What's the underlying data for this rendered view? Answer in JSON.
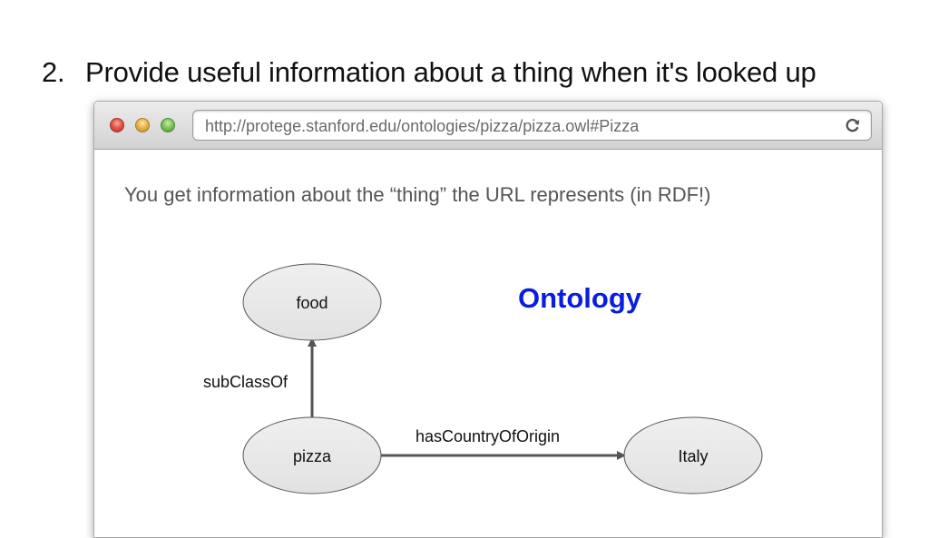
{
  "slide": {
    "number": "2.",
    "heading": "Provide useful information about a thing when it's looked up"
  },
  "browser": {
    "url": "http://protege.stanford.edu/ontologies/pizza/pizza.owl#Pizza",
    "window_controls": [
      "close",
      "minimize",
      "zoom"
    ],
    "reload_icon": "reload-icon"
  },
  "content": {
    "description": "You get information about the “thing” the URL represents (in RDF!)",
    "title": "Ontology",
    "title_color": "#0a1de0"
  },
  "diagram": {
    "nodes": {
      "food": "food",
      "pizza": "pizza",
      "italy": "Italy"
    },
    "edges": {
      "subclass": "subClassOf",
      "origin": "hasCountryOfOrigin"
    }
  }
}
